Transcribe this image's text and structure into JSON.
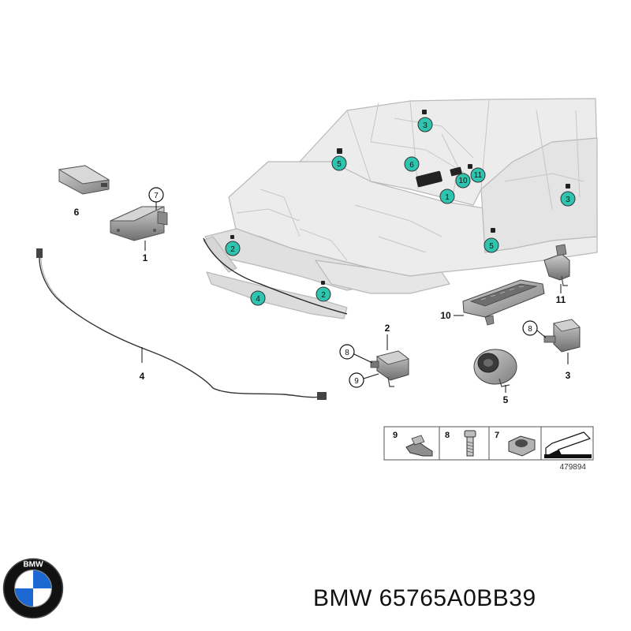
{
  "callouts": {
    "c1": "1",
    "c2": "2",
    "c3": "3",
    "c4": "4",
    "c5": "5",
    "c6": "6",
    "c7": "7",
    "c8": "8",
    "c9": "9",
    "c10": "10",
    "c11": "11"
  },
  "teal_markers": {
    "m3a": "3",
    "m5a": "5",
    "m6": "6",
    "m10": "10",
    "m11": "11",
    "m1": "1",
    "m3b": "3",
    "m2a": "2",
    "m5b": "5",
    "m4": "4",
    "m2b": "2"
  },
  "legend": {
    "n9": "9",
    "n8": "8",
    "n7": "7"
  },
  "reference_number": "479894",
  "part_caption": "BMW 65765A0BB39",
  "logo": {
    "letters": "BMW",
    "blue": "#1c69d4",
    "ring": "#111111"
  },
  "colors": {
    "marker_fill": "#2ec4b0",
    "body_fill": "#ececec",
    "part_fill": "#9a9a9a"
  }
}
